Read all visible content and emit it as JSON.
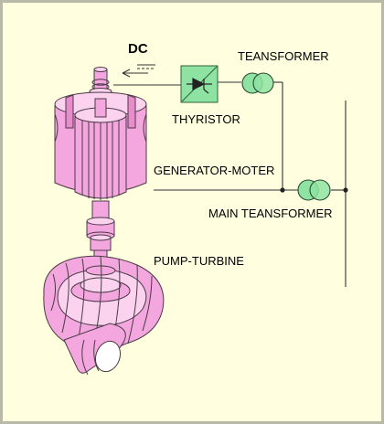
{
  "colors": {
    "background": "#FFFFE0",
    "frame": "#B9B9A8",
    "machine_fill": "#F4A6DE",
    "machine_light": "#FBD3EF",
    "machine_stroke": "#4A3A46",
    "thyristor_fill": "#8FE3A2",
    "transformer_fill": "#8FE3A2",
    "wire": "#333333"
  },
  "labels": {
    "dc": "DC",
    "teansformer": "TEANSFORMER",
    "thyristor": "THYRISTOR",
    "generator_moter": "GENERATOR-MOTER",
    "main_teansformer": "MAIN TEANSFORMER",
    "pump_turbine": "PUMP-TURBINE"
  },
  "icons": {
    "thyristor": "diode-symbol-icon",
    "transformer": "two-winding-transformer-icon",
    "dc_arrow": "left-arrow-icon"
  }
}
